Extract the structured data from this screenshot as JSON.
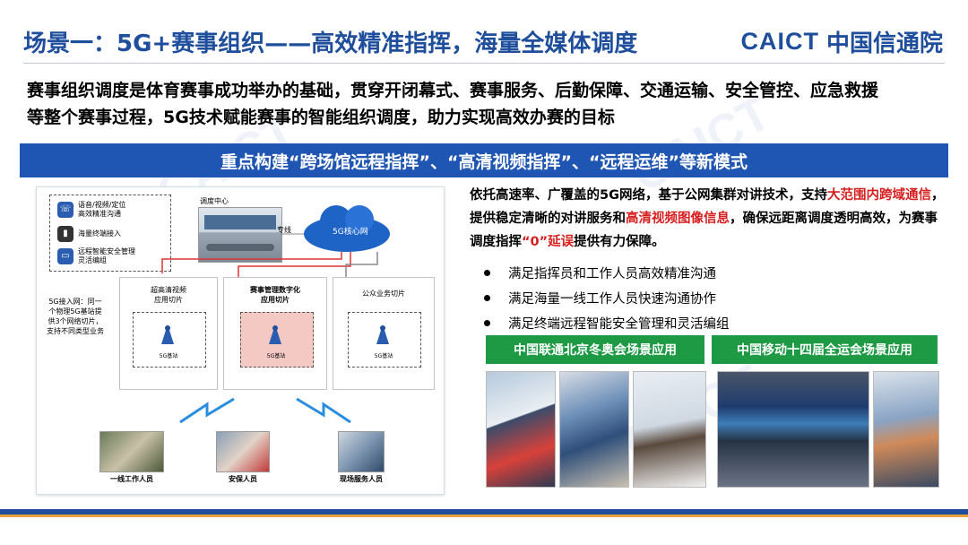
{
  "header": {
    "title": "场景一：5G+赛事组织——高效精准指挥，海量全媒体调度",
    "logo_latin": "CAICT",
    "logo_cn": "中国信通院"
  },
  "intro": {
    "line1": "赛事组织调度是体育赛事成功举办的基础，贯穿开闭幕式、赛事服务、后勤保障、交通运输、安全管控、应急救援",
    "line2": "等整个赛事过程，5G技术赋能赛事的智能组织调度，助力实现高效办赛的目标"
  },
  "banner": {
    "text": "重点构建“跨场馆远程指挥”、“高清视频指挥”、“远程运维”等新模式"
  },
  "diagram": {
    "legend": [
      {
        "line1": "语音/视频/定位",
        "line2": "高效精准沟通"
      },
      {
        "line1": "海量终端接入",
        "line2": ""
      },
      {
        "line1": "远程智能安全管理",
        "line2": "灵活编组"
      }
    ],
    "dispatch_center": "调度中心",
    "dedicated_line": "专线",
    "core_network": "5G核心网",
    "access_note": "5G接入网：同一个物理5G基站提供3个网络切片，支持不同类型业务",
    "slices": [
      {
        "line1": "超高清视频",
        "line2": "应用切片"
      },
      {
        "line1": "赛事管理数字化",
        "line2": "应用切片"
      },
      {
        "line1": "公众业务切片",
        "line2": ""
      }
    ],
    "base_station": "5G基站",
    "people": [
      "一线工作人员",
      "安保人员",
      "现场服务人员"
    ]
  },
  "right": {
    "para": {
      "p1": "依托高速率、广覆盖的5G网络，基于公网集群对讲技术，支持",
      "h1": "大范围内跨域通信",
      "p2": "，提供稳定清晰的对讲服务和",
      "h2": "高清视频图像信息",
      "p3": "，确保远距离调度透明高效，为赛事调度指挥",
      "h3": "“0”延误",
      "p4": "提供有力保障。"
    },
    "bullets": [
      "满足指挥员和工作人员高效精准沟通",
      "满足海量一线工作人员快速沟通协作",
      "满足终端远程智能安全管理和灵活编组"
    ],
    "case1": "中国联通北京冬奥会场景应用",
    "case2": "中国移动十四届全运会场景应用"
  },
  "colors": {
    "brand_blue": "#1f4e9c",
    "banner_blue": "#1f56b3",
    "case_green": "#1e9a45",
    "highlight_red": "#d61f1f",
    "footer_orange": "#e8a33a"
  }
}
